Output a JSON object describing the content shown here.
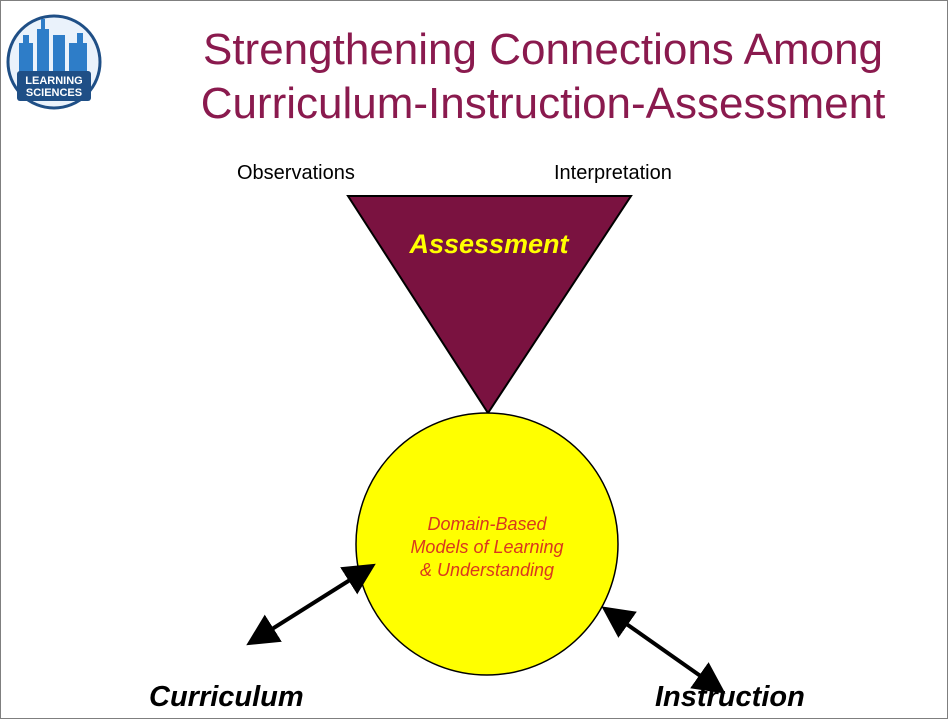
{
  "title": {
    "line1": "Strengthening Connections Among",
    "line2": "Curriculum-Instruction-Assessment"
  },
  "logo": {
    "line1": "LEARNING",
    "line2": "SCIENCES",
    "icon": "city-skyline-logo-icon",
    "color_blue": "#2e7dc8",
    "color_dark": "#1f4f86"
  },
  "diagram": {
    "triangle_label": "Assessment",
    "top_left_label": "Observations",
    "top_right_label": "Interpretation",
    "circle_lines": [
      "Domain-Based",
      "Models of Learning",
      "& Understanding"
    ],
    "bottom_left_label": "Curriculum",
    "bottom_right_label": "Instruction"
  },
  "colors": {
    "title": "#8a1a4e",
    "triangle_fill": "#7a1240",
    "triangle_text": "#ffff00",
    "circle_fill": "#ffff00",
    "circle_text": "#d9381e"
  }
}
